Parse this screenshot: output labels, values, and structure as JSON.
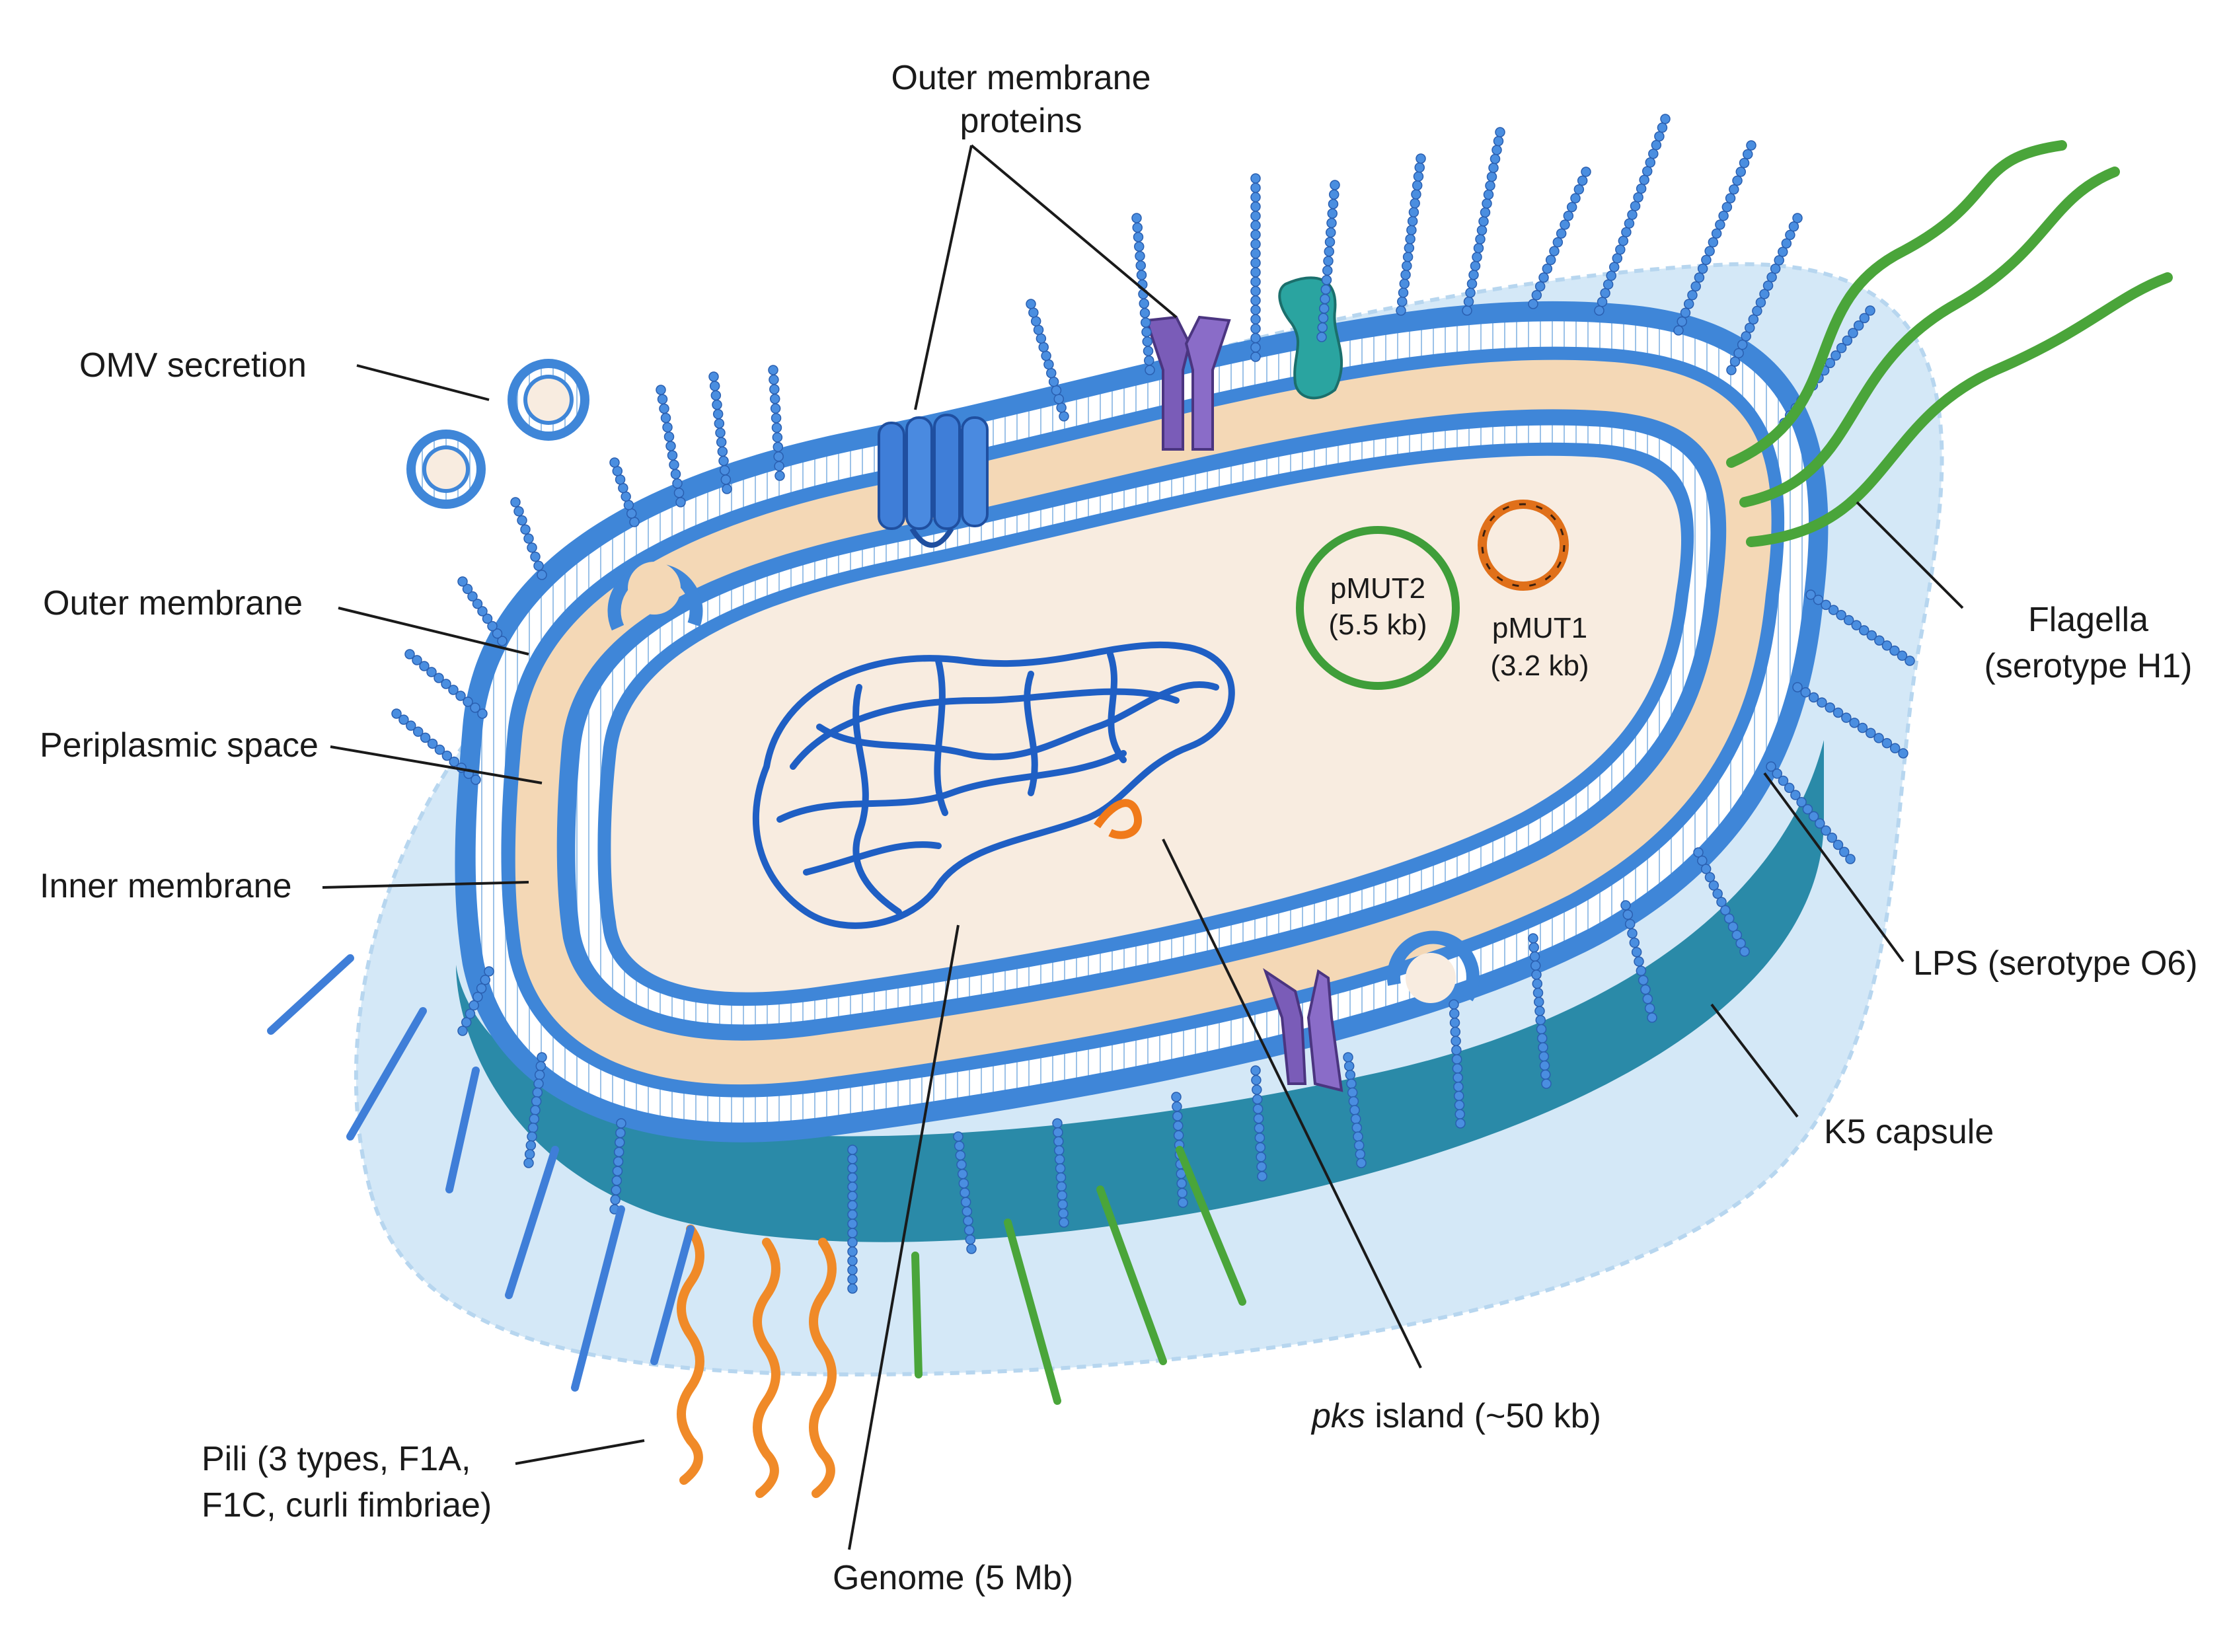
{
  "labels": {
    "outer_membrane_proteins": [
      "Outer membrane",
      "proteins"
    ],
    "omv_secretion": "OMV secretion",
    "outer_membrane": "Outer membrane",
    "periplasmic_space": "Periplasmic space",
    "inner_membrane": "Inner membrane",
    "pmut2": [
      "pMUT2",
      "(5.5 kb)"
    ],
    "pmut1": [
      "pMUT1",
      "(3.2 kb)"
    ],
    "flagella": [
      "Flagella",
      "(serotype H1)"
    ],
    "lps": "LPS (serotype O6)",
    "k5_capsule": "K5 capsule",
    "pks_island_italic": "pks",
    "pks_island_rest": " island (~50 kb)",
    "pili": [
      "Pili (3 types, F1A,",
      "F1C, curli fimbriae)"
    ],
    "genome": "Genome (5 Mb)"
  },
  "colors": {
    "capsule": "#d4e8f7",
    "capsule_edge": "#b7d6ef",
    "membrane_head": "#3f86d8",
    "membrane_tail": "#ffffff",
    "periplasm": "#f4d8b6",
    "cytoplasm": "#f8ece0",
    "cell_underside": "#2a8aa8",
    "genome": "#1f5fc4",
    "pks": "#f07a1a",
    "pmut2": "#3f9e3a",
    "pmut1": "#e0701a",
    "flagella": "#4aa53a",
    "pili": "#f08a28",
    "purple_protein": "#7a5cb8",
    "teal_protein": "#2aa4a0",
    "blue_protein": "#3f7ed8"
  },
  "icons": [
    "omv-vesicle-icon",
    "porin-barrel-icon",
    "plasmid-ring-icon",
    "flagellum-icon",
    "pilus-icon",
    "lps-chain-icon"
  ]
}
